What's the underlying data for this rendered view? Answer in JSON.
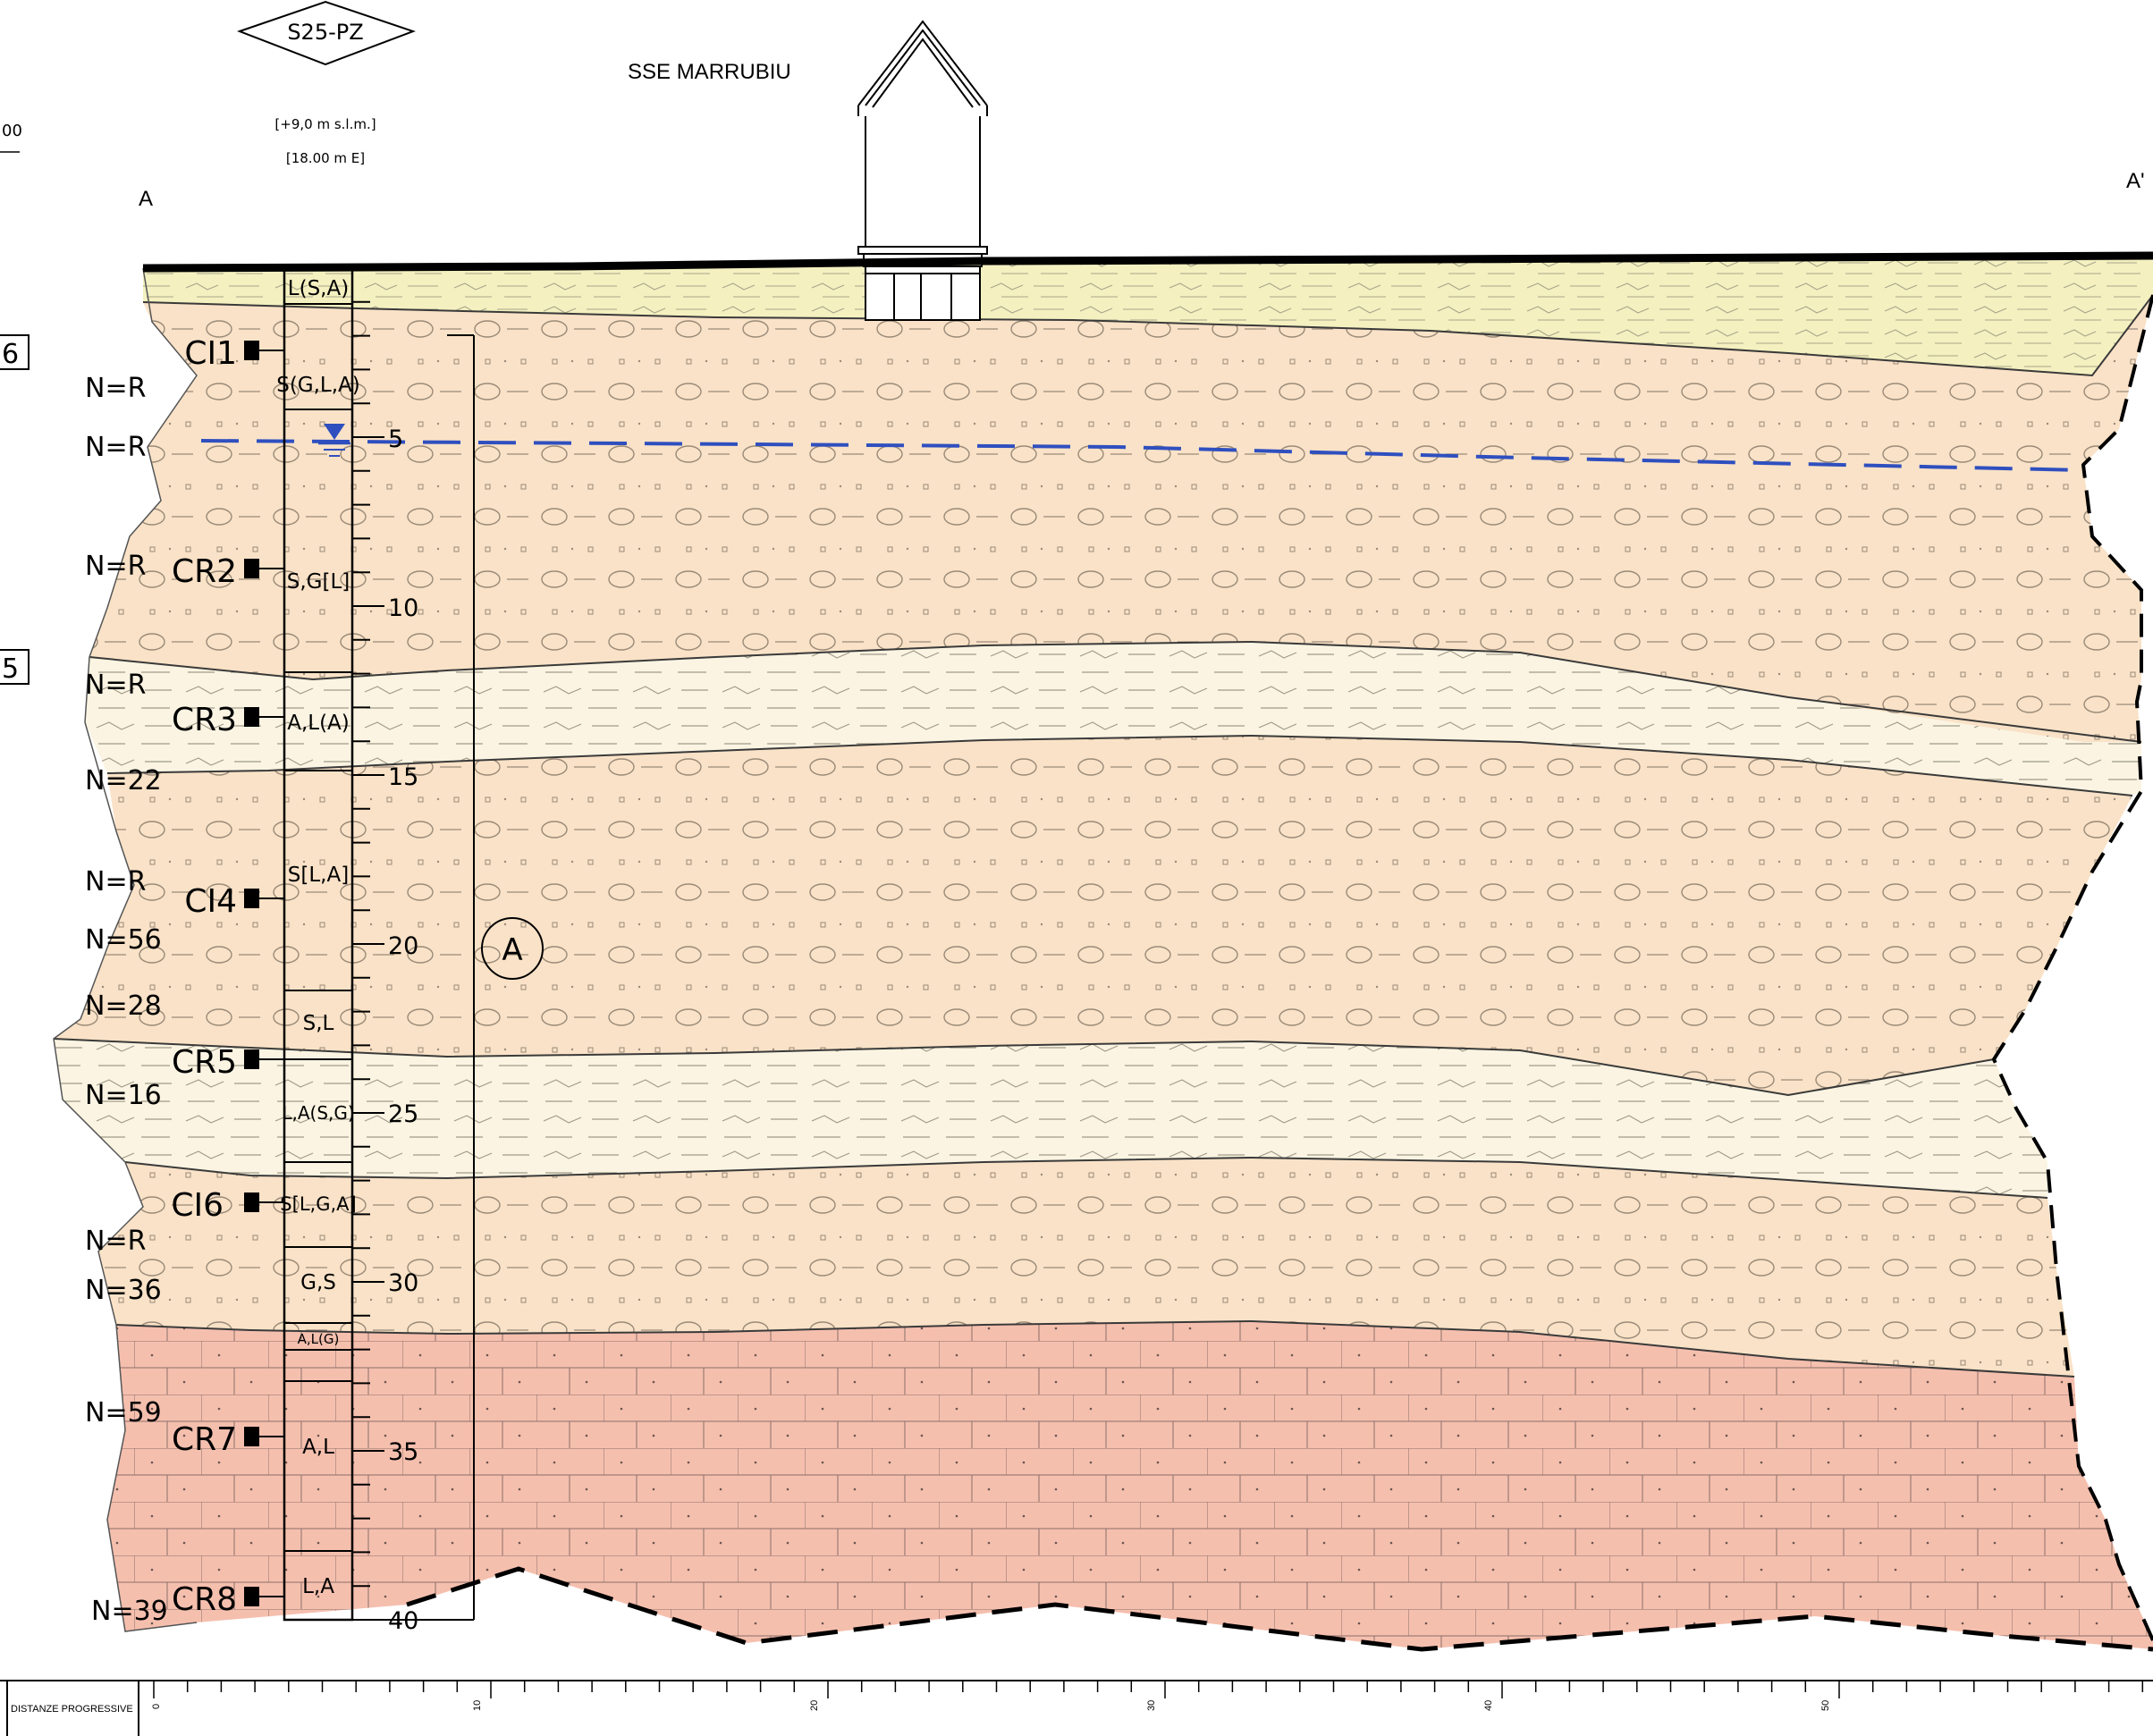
{
  "title": "SSE MARRUBIU",
  "section_start_label": "A",
  "section_end_label": "A'",
  "borehole": {
    "id": "S25-PZ",
    "elevation": "[+9,0 m s.l.m.]",
    "easting": "[18.00 m E]",
    "depth_ticks": [
      "5",
      "10",
      "15",
      "20",
      "25",
      "30",
      "35",
      "40"
    ],
    "lithology": [
      "L(S,A)",
      "S(G,L,A)",
      "S,G[L]",
      "A,L(A)",
      "S[L,A]",
      "S,L",
      "L,A(S,G)",
      "S[L,G,A]",
      "G,S",
      "A,L(G)",
      "A,L",
      "L,A"
    ],
    "samples": [
      "CI1",
      "CR2",
      "CR3",
      "CI4",
      "CR5",
      "CI6",
      "CR7",
      "CR8"
    ],
    "spt": [
      "N=R",
      "N=R",
      "N=R",
      "N=R",
      "N=22",
      "N=R",
      "N=56",
      "N=28",
      "N=16",
      "N=R",
      "N=36",
      "N=59",
      "N=39"
    ]
  },
  "unit_label": "A",
  "left_edge_labels": [
    "00",
    "6",
    "5"
  ],
  "distance_table": {
    "header": "DISTANZE PROGRESSIVE",
    "labels": [
      "0",
      "10",
      "20",
      "30",
      "40",
      "50"
    ]
  },
  "colors": {
    "topsoil": "#f4f0c0",
    "sand_gravel": "#f9e2c7",
    "silt_clay": "#fbf4e2",
    "bedrock": "#f5bfae",
    "water_table": "#2f4fbf"
  }
}
